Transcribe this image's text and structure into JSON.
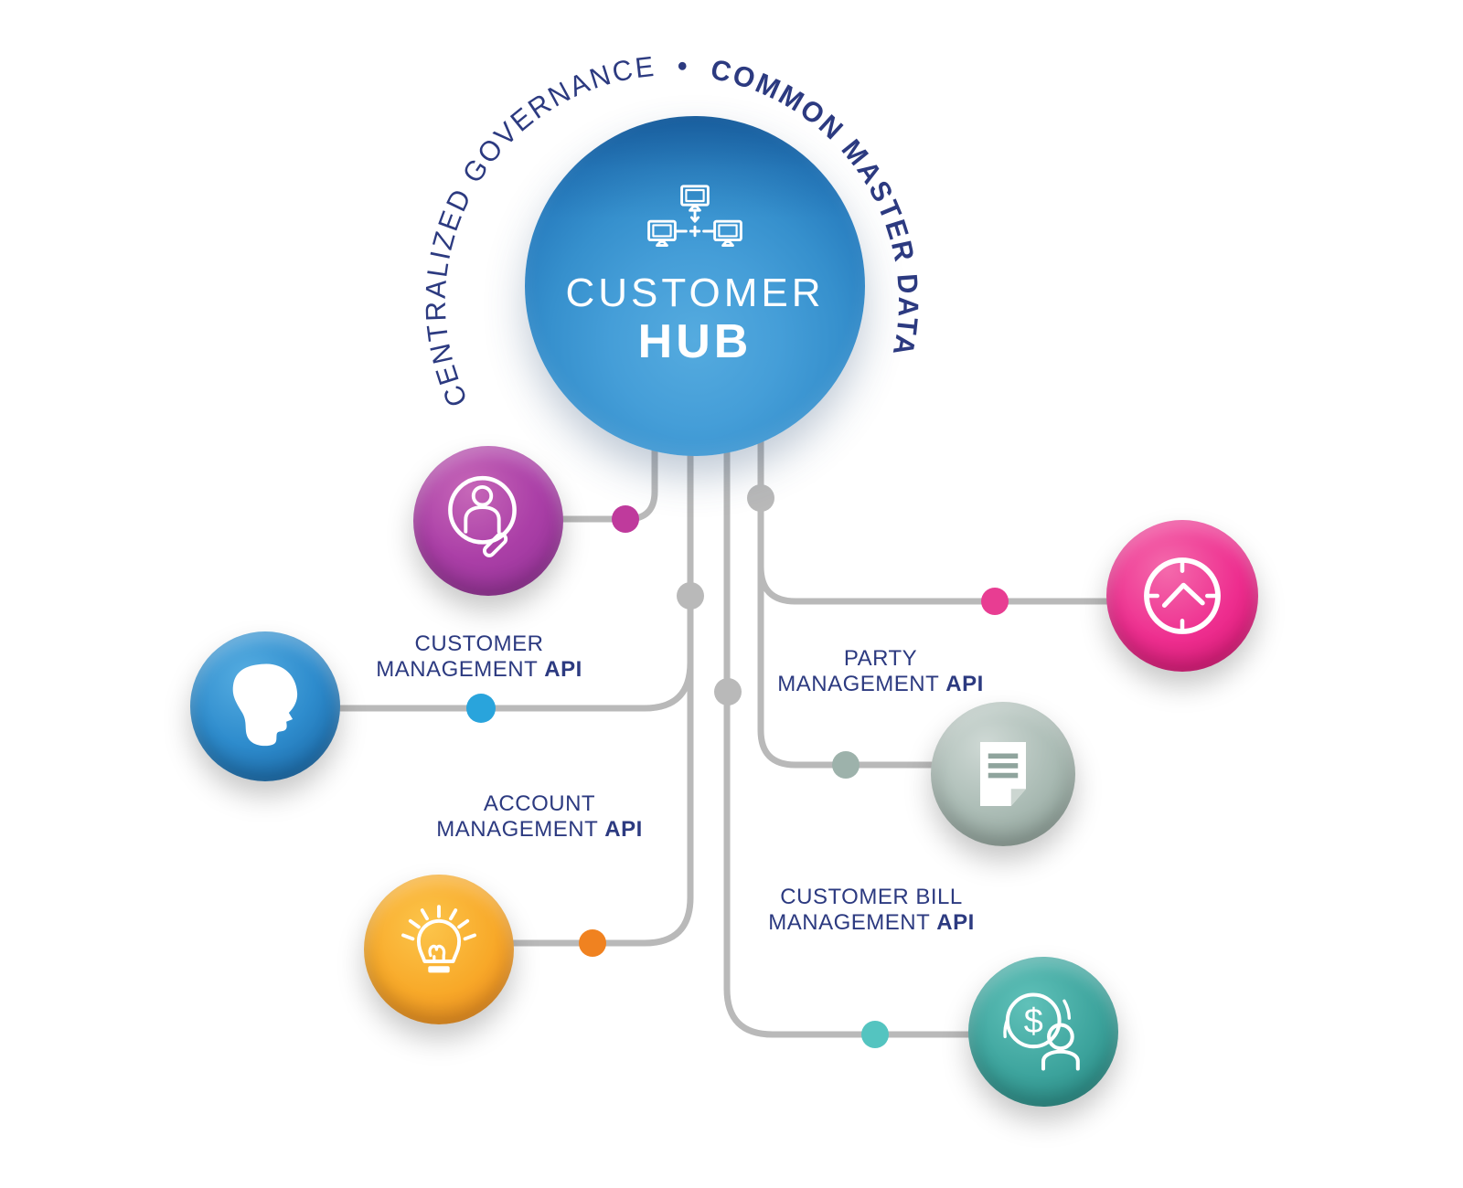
{
  "hub": {
    "title": "CUSTOMER",
    "subtitle": "HUB",
    "icon": "network-icon"
  },
  "arc_text": {
    "part1": "CENTRALIZED GOVERNANCE",
    "separator": "•",
    "part2": "COMMON MASTER DATA"
  },
  "api_labels": [
    {
      "id": "customer-management",
      "line1": "CUSTOMER",
      "line2": "MANAGEMENT",
      "api": "API"
    },
    {
      "id": "party-management",
      "line1": "PARTY",
      "line2": "MANAGEMENT",
      "api": "API"
    },
    {
      "id": "account-management",
      "line1": "ACCOUNT",
      "line2": "MANAGEMENT",
      "api": "API"
    },
    {
      "id": "customer-bill-management",
      "line1": "CUSTOMER BILL",
      "line2": "MANAGEMENT",
      "api": "API"
    }
  ],
  "nodes": [
    {
      "id": "customer-search",
      "icon": "person-search-icon",
      "color": "#ab3fa7",
      "dot_color": "#bf3a9c"
    },
    {
      "id": "head-profile",
      "icon": "head-profile-icon",
      "color": "#2e8ccd",
      "dot_color": "#29a4dc"
    },
    {
      "id": "idea-bulb",
      "icon": "lightbulb-icon",
      "color": "#f8a929",
      "dot_color": "#f08220"
    },
    {
      "id": "clock",
      "icon": "clock-icon",
      "color": "#ee2e8f",
      "dot_color": "#e83d92"
    },
    {
      "id": "document",
      "icon": "document-icon",
      "color": "#aabbb4",
      "dot_color": "#9db2ab"
    },
    {
      "id": "billing",
      "icon": "money-person-icon",
      "color": "#3da49d",
      "dot_color": "#54c4c0"
    }
  ],
  "palette": {
    "hub_blue": "#3a92d1",
    "line_gray": "#b9b9b9",
    "text_navy": "#2c3a80",
    "background": "#ffffff"
  }
}
